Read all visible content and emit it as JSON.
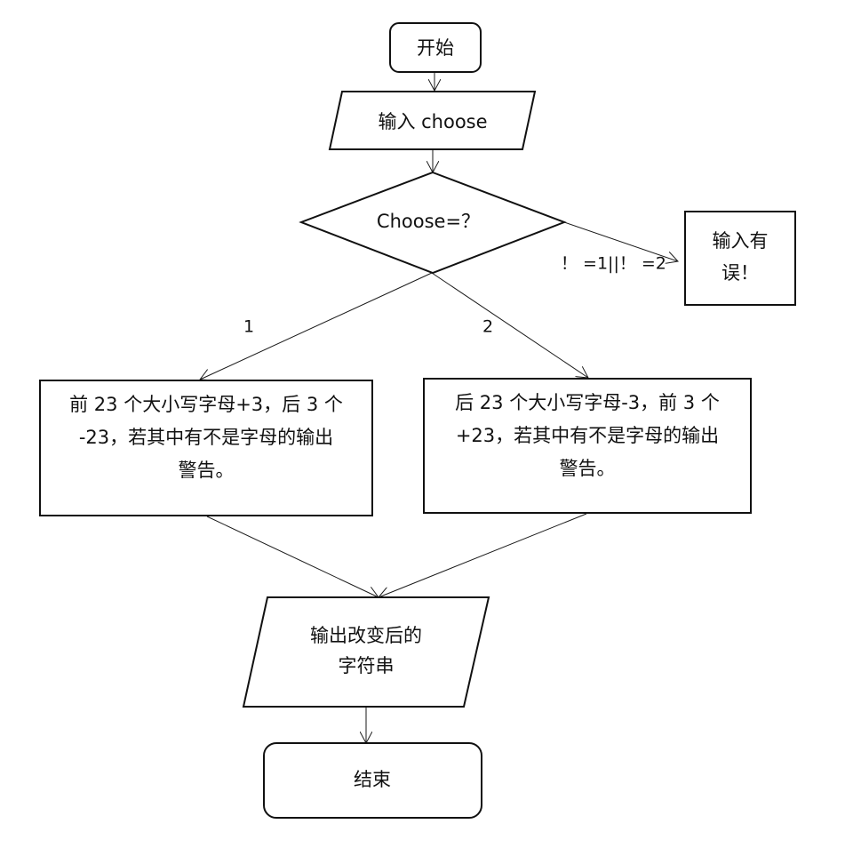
{
  "diagram": {
    "type": "flowchart",
    "nodes": {
      "start": {
        "label": "开始"
      },
      "input": {
        "label": "输入 choose"
      },
      "decision": {
        "label": "Choose=？"
      },
      "error": {
        "lines": [
          "输入有",
          "误！"
        ]
      },
      "branch1": {
        "lines": [
          "前 23 个大小写字母+3，后 3 个",
          "-23，若其中有不是字母的输出",
          "警告。"
        ]
      },
      "branch2": {
        "lines": [
          "后 23 个大小写字母-3，前 3 个",
          "+23，若其中有不是字母的输出",
          "警告。"
        ]
      },
      "output": {
        "lines": [
          "输出改变后的",
          "字符串"
        ]
      },
      "end": {
        "label": "结束"
      }
    },
    "edges": {
      "branch1_label": "1",
      "branch2_label": "2",
      "error_label": "！ =1||！ =2"
    }
  }
}
